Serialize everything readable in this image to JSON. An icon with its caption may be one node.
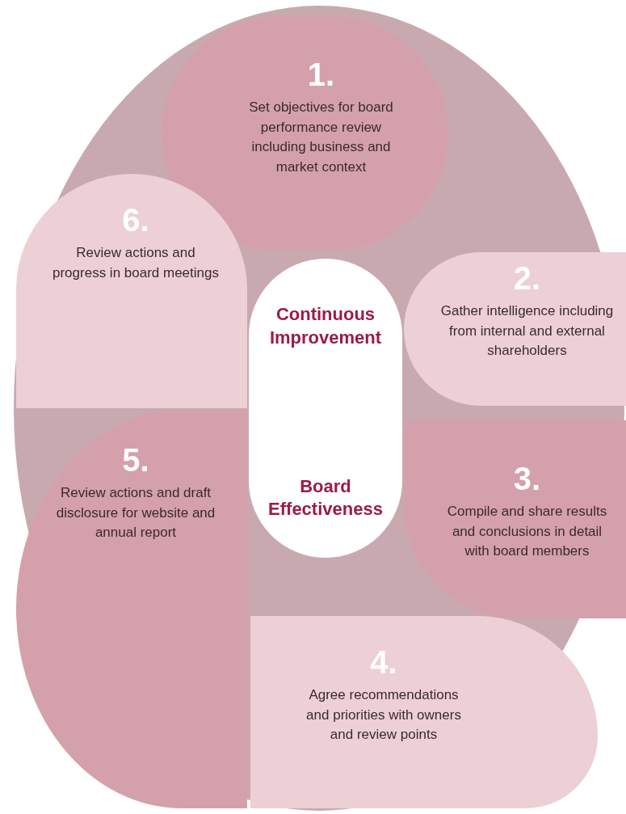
{
  "diagram": {
    "nodes": [
      {
        "text": [
          "1.",
          "Set objectives for board performance review including business and market context"
        ]
      },
      {
        "text": [
          "2.",
          "Gather intelligence including from internal and external shareholders"
        ]
      },
      {
        "text": [
          "3.",
          "Compile and share results and conclusions in detail with board members"
        ]
      },
      {
        "text": [
          "4.",
          "Agree recommendations and priorities with owners and review points"
        ]
      },
      {
        "text": [
          "5.",
          "Review actions and draft disclosure for website and annual report"
        ]
      },
      {
        "text": [
          "6.",
          "Review actions and progress in board meetings"
        ]
      },
      {
        "text": [
          "Continuous Improvement",
          "Board Effectiveness"
        ]
      }
    ],
    "edges": []
  }
}
